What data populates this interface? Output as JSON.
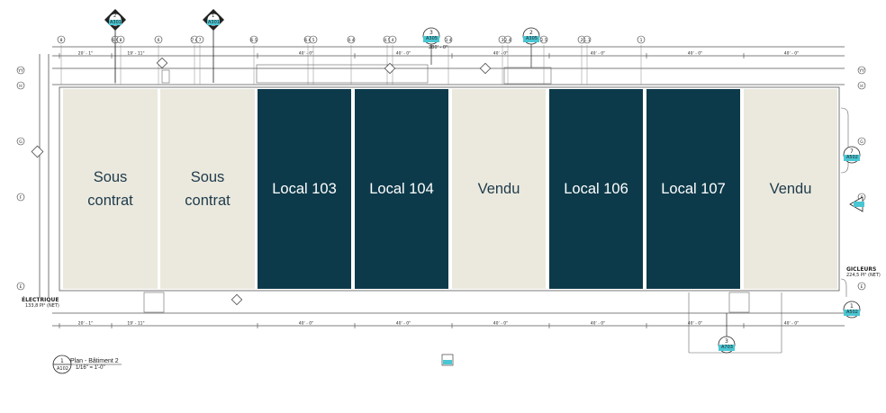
{
  "units": [
    {
      "label": "Sous\ncontrat",
      "status": "light"
    },
    {
      "label": "Sous\ncontrat",
      "status": "light"
    },
    {
      "label": "Local 103",
      "status": "dark"
    },
    {
      "label": "Local 104",
      "status": "dark"
    },
    {
      "label": "Vendu",
      "status": "light"
    },
    {
      "label": "Local 106",
      "status": "dark"
    },
    {
      "label": "Local 107",
      "status": "dark"
    },
    {
      "label": "Vendu",
      "status": "light"
    }
  ],
  "plan_title": "Plan - Bâtiment 2",
  "plan_scale": "1/16\" = 1'-0\"",
  "plan_ref_number": "1",
  "plan_ref_sheet": "A102",
  "rooms": {
    "electrique": "ÉLECTRIQUE",
    "electrique_area": "133,8 PI² (NET)",
    "gicleurs": "GICLEURS",
    "gicleurs_area": "224,5 PI² (NET)"
  },
  "grid_labels_top": [
    "8",
    "6.9",
    "8",
    "6",
    "7.6",
    "7",
    "6.5",
    "6.6",
    "5",
    "4.4",
    "4.5",
    "4",
    "3.4",
    "3",
    "2.4",
    "2.5",
    "2",
    "1.1",
    "1"
  ],
  "grid_labels_left": [
    "YY",
    "H",
    "G",
    "F",
    "E"
  ],
  "callouts": [
    {
      "num": "2",
      "sheet": "A301"
    },
    {
      "num": "1",
      "sheet": "A301"
    },
    {
      "num": "3",
      "sheet": "A305"
    },
    {
      "num": "2",
      "sheet": "A305"
    },
    {
      "num": "3",
      "sheet": "A703"
    },
    {
      "num": "7",
      "sheet": "A502"
    },
    {
      "num": "1",
      "sheet": "A502"
    }
  ],
  "dimensions_top": [
    "20' - 1\"",
    "19' - 11\"",
    "40' - 0\"",
    "40' - 0\"",
    "40' - 0\"",
    "40' - 0\"",
    "40' - 0\"",
    "40' - 0\""
  ],
  "dimensions_bottom": [
    "20' - 1\"",
    "19' - 11\"",
    "40' - 0\"",
    "40' - 0\"",
    "40' - 0\"",
    "40' - 0\"",
    "40' - 0\"",
    "40' - 0\""
  ],
  "overall_dimension": "280' - 0\"",
  "colors": {
    "sold_unit": "#ebe9de",
    "available_unit": "#0d3a4a",
    "callout_fill": "#49c6d3",
    "line": "#444444"
  }
}
